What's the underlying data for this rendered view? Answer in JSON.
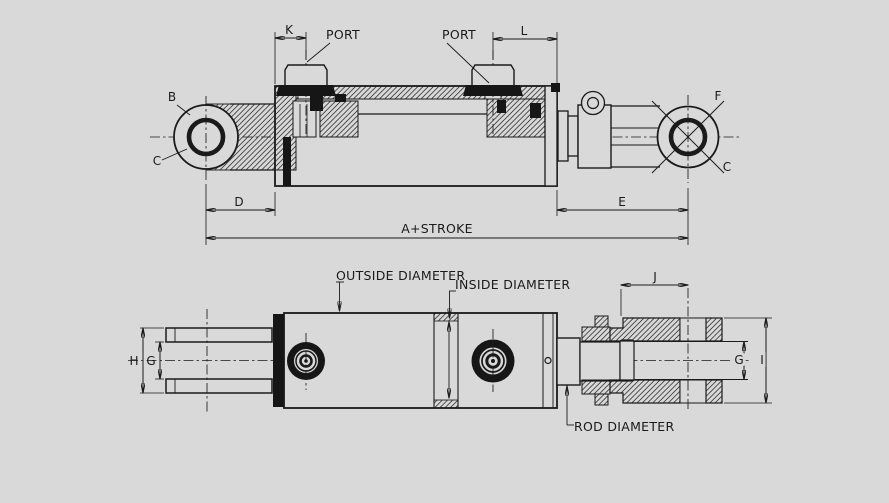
{
  "drawing": {
    "background_color": "#d9d9d9",
    "line_color": "#1a1a1a",
    "side_view": {
      "callouts": {
        "port_left": "PORT",
        "port_right": "PORT",
        "b": "B",
        "c_left": "C",
        "f": "F",
        "c_right": "C"
      },
      "dimensions": {
        "k": "K",
        "l": "L",
        "d": "D",
        "e": "E",
        "a_stroke": "A+STROKE"
      }
    },
    "front_view": {
      "callouts": {
        "outside_diameter": "OUTSIDE DIAMETER",
        "inside_diameter": "INSIDE DIAMETER",
        "rod_diameter": "ROD DIAMETER"
      },
      "dimensions": {
        "j": "J",
        "h": "H",
        "g_left": "G",
        "g_right": "G",
        "i": "I"
      }
    }
  }
}
